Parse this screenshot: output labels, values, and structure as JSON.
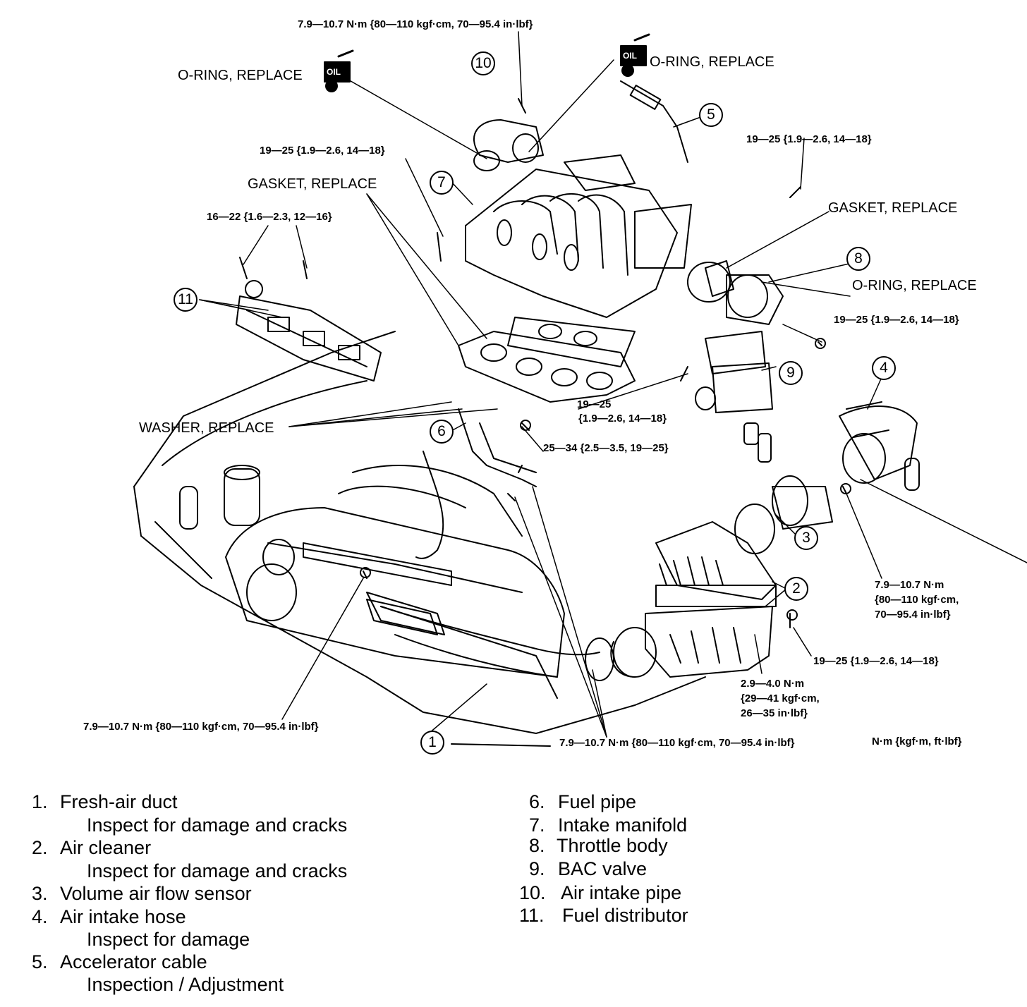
{
  "torque_labels": [
    "7.9—10.7 N·m {80—110 kgf·cm, 70—95.4 in·lbf}",
    "19—25 {1.9—2.6, 14—18}",
    "16—22 {1.6—2.3, 12—16}",
    "19—25 {1.9—2.6, 14—18}",
    "19—25 {1.9—2.6, 14—18}",
    "19—25",
    "{1.9—2.6, 14—18}",
    "25—34 {2.5—3.5, 19—25}",
    "7.9—10.7 N·m",
    "{80—110 kgf·cm,",
    "70—95.4 in·lbf}",
    "19—25 {1.9—2.6, 14—18}",
    "2.9—4.0 N·m",
    "{29—41 kgf·cm,",
    "26—35 in·lbf}",
    "7.9—10.7 N·m {80—110 kgf·cm, 70—95.4 in·lbf}",
    "7.9—10.7 N·m {80—110 kgf·cm, 70—95.4 in·lbf}",
    "N·m {kgf·m, ft·lbf}"
  ],
  "notes": [
    "O-RING, REPLACE",
    "O-RING, REPLACE",
    "GASKET, REPLACE",
    "GASKET, REPLACE",
    "O-RING, REPLACE",
    "WASHER, REPLACE"
  ],
  "oil_label": "OIL",
  "callouts": [
    "1",
    "2",
    "3",
    "4",
    "5",
    "6",
    "7",
    "8",
    "9",
    "10",
    "11"
  ],
  "legend": [
    {
      "num": "1.",
      "name": "Fresh-air duct",
      "sub": "Inspect for damage and cracks"
    },
    {
      "num": "2.",
      "name": "Air cleaner",
      "sub": "Inspect for damage and cracks"
    },
    {
      "num": "3.",
      "name": "Volume air flow sensor",
      "sub": ""
    },
    {
      "num": "4.",
      "name": "Air intake hose",
      "sub": "Inspect for damage"
    },
    {
      "num": "5.",
      "name": "Accelerator cable",
      "sub": "Inspection / Adjustment"
    },
    {
      "num": "6.",
      "name": "Fuel pipe",
      "sub": ""
    },
    {
      "num": "7.",
      "name": "Intake manifold",
      "sub": ""
    },
    {
      "num": "8.",
      "name": "Throttle body",
      "sub": ""
    },
    {
      "num": "9.",
      "name": "BAC valve",
      "sub": ""
    },
    {
      "num": "10.",
      "name": "Air intake pipe",
      "sub": ""
    },
    {
      "num": "11.",
      "name": "Fuel distributor",
      "sub": ""
    }
  ]
}
